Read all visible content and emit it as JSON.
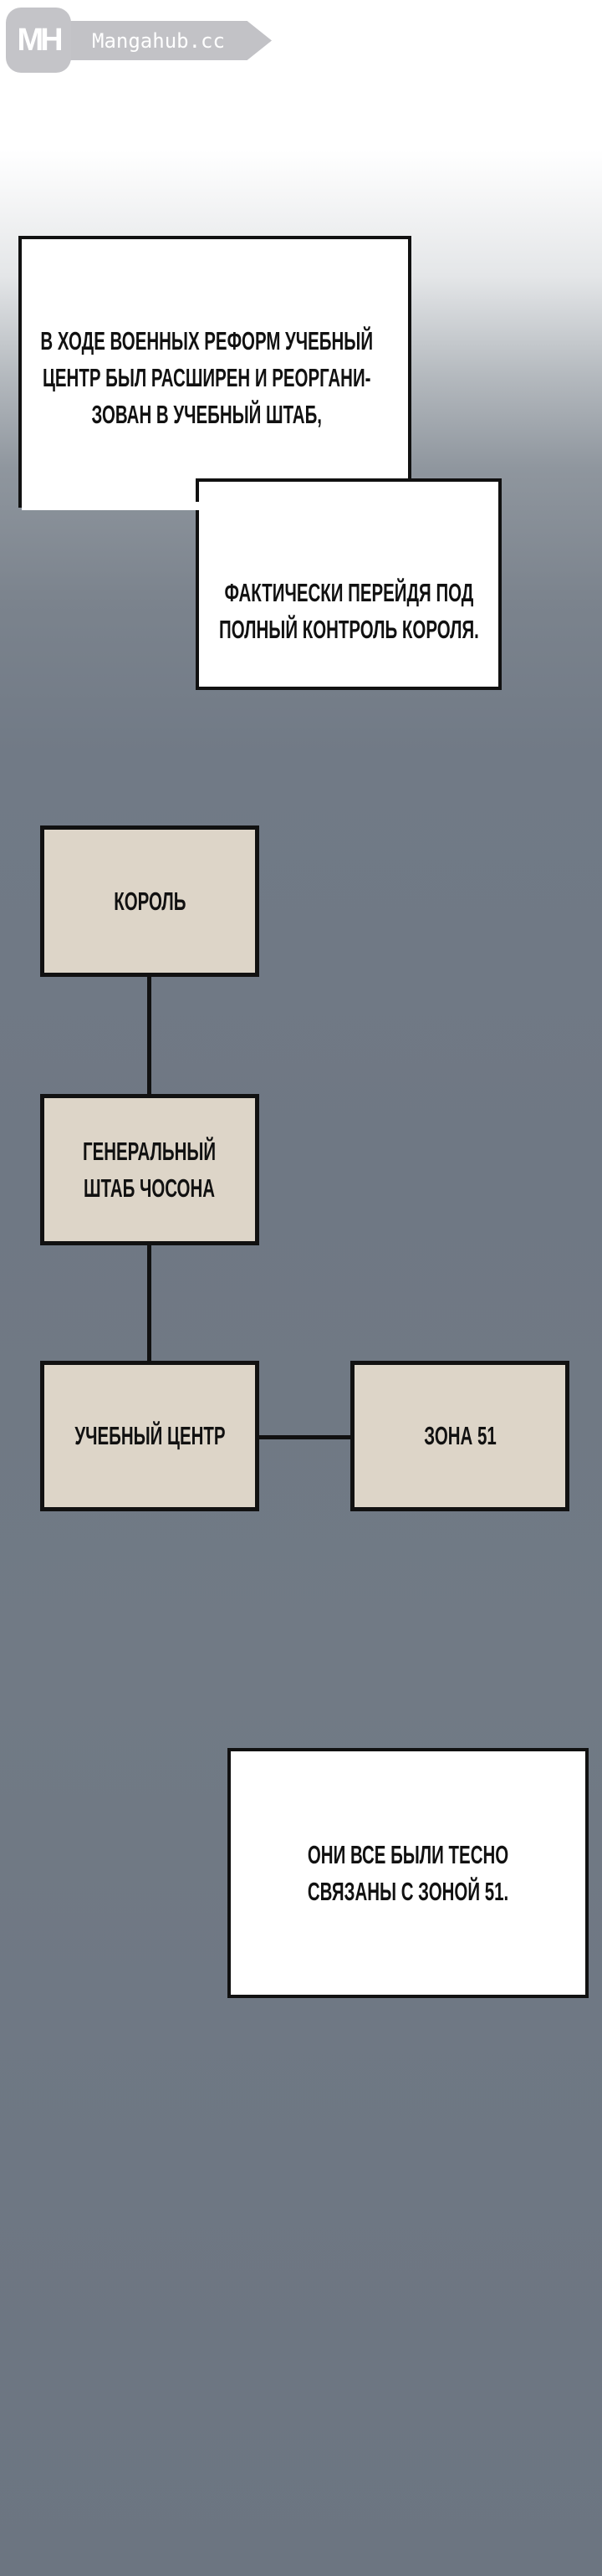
{
  "watermark": {
    "logo": "MH",
    "site": "Mangahub.cc"
  },
  "caption1": {
    "lines": [
      "В ХОДЕ ВОЕННЫХ РЕФОРМ УЧЕБНЫЙ",
      "ЦЕНТР БЫЛ РАСШИРЕН И РЕОРГАНИ-",
      "ЗОВАН В УЧЕБНЫЙ ШТАБ,"
    ]
  },
  "caption2": {
    "lines": [
      "ФАКТИЧЕСКИ ПЕРЕЙДЯ ПОД",
      "ПОЛНЫЙ КОНТРОЛЬ КОРОЛЯ."
    ]
  },
  "diagram": {
    "nodes": [
      {
        "lines": [
          "КОРОЛЬ"
        ]
      },
      {
        "lines": [
          "ГЕНЕРАЛЬНЫЙ",
          "ШТАБ ЧОСОНА"
        ]
      },
      {
        "lines": [
          "УЧЕБНЫЙ ЦЕНТР"
        ]
      },
      {
        "lines": [
          "ЗОНА 51"
        ]
      }
    ],
    "node_color": "#ddd5c8"
  },
  "caption3": {
    "lines": [
      "ОНИ ВСЕ БЫЛИ ТЕСНО",
      "СВЯЗАНЫ С ЗОНОЙ 51."
    ]
  }
}
